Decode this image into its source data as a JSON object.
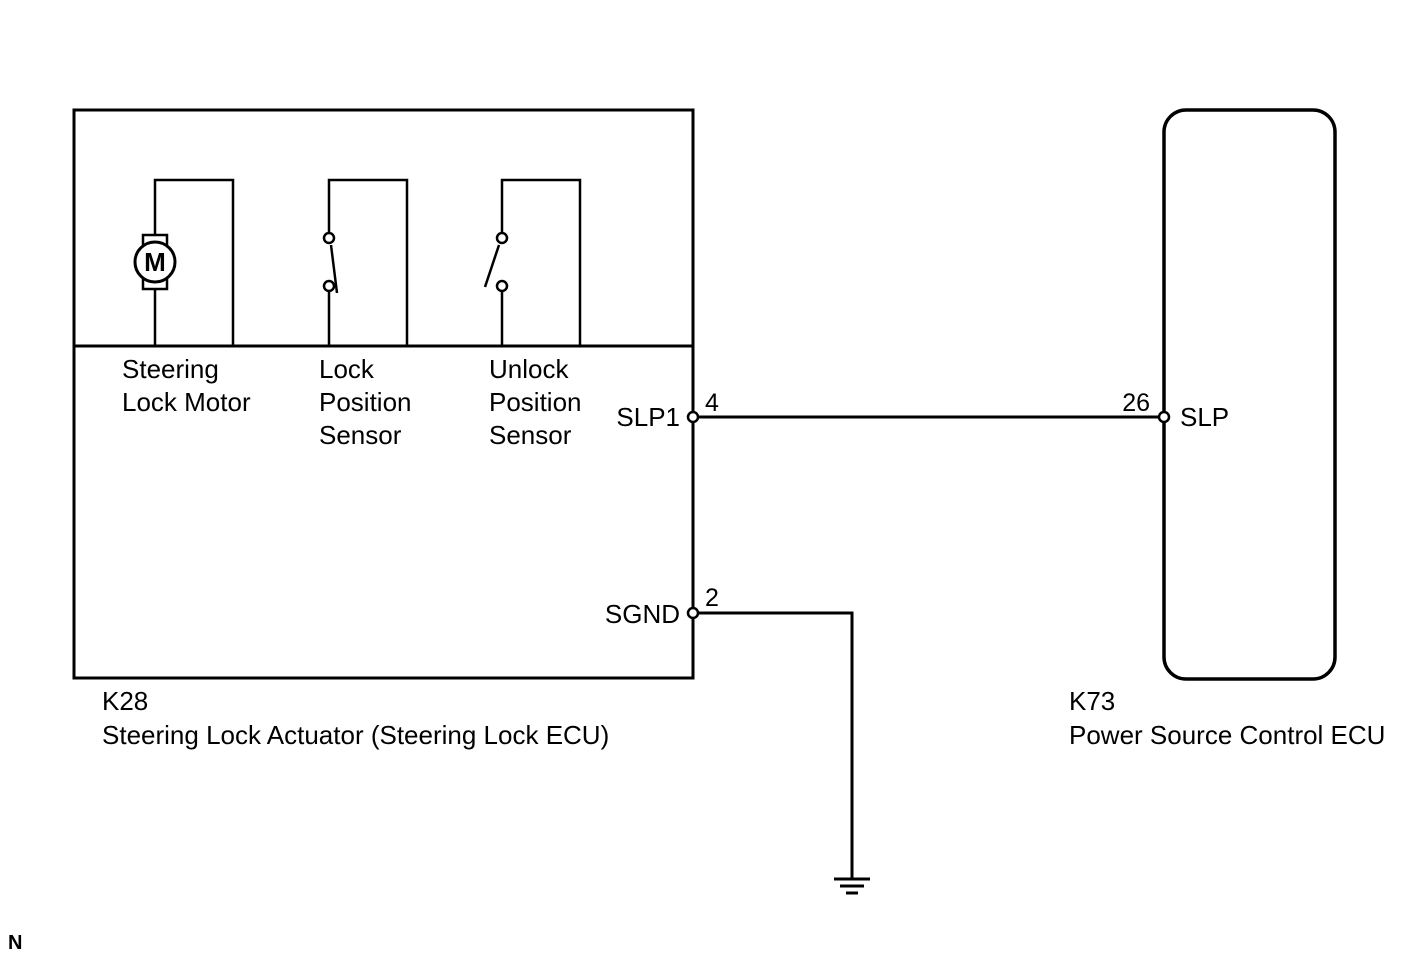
{
  "components": {
    "actuator": {
      "code": "K28",
      "name": "Steering Lock Actuator (Steering Lock ECU)",
      "parts": {
        "motor": {
          "line1": "Steering",
          "line2": "Lock Motor",
          "symbol": "M"
        },
        "lock_sensor": {
          "line1": "Lock",
          "line2": "Position",
          "line3": "Sensor"
        },
        "unlock_sensor": {
          "line1": "Unlock",
          "line2": "Position",
          "line3": "Sensor"
        }
      },
      "terminals": {
        "slp1": {
          "name": "SLP1",
          "pin": "4"
        },
        "sgnd": {
          "name": "SGND",
          "pin": "2"
        }
      }
    },
    "power_ecu": {
      "code": "K73",
      "name": "Power Source Control ECU",
      "terminals": {
        "slp": {
          "name": "SLP",
          "pin": "26"
        }
      }
    }
  },
  "icons": {
    "motor": "motor-icon",
    "switch": "switch-icon",
    "ground": "ground-icon",
    "terminal": "terminal-icon"
  },
  "footer": "N"
}
